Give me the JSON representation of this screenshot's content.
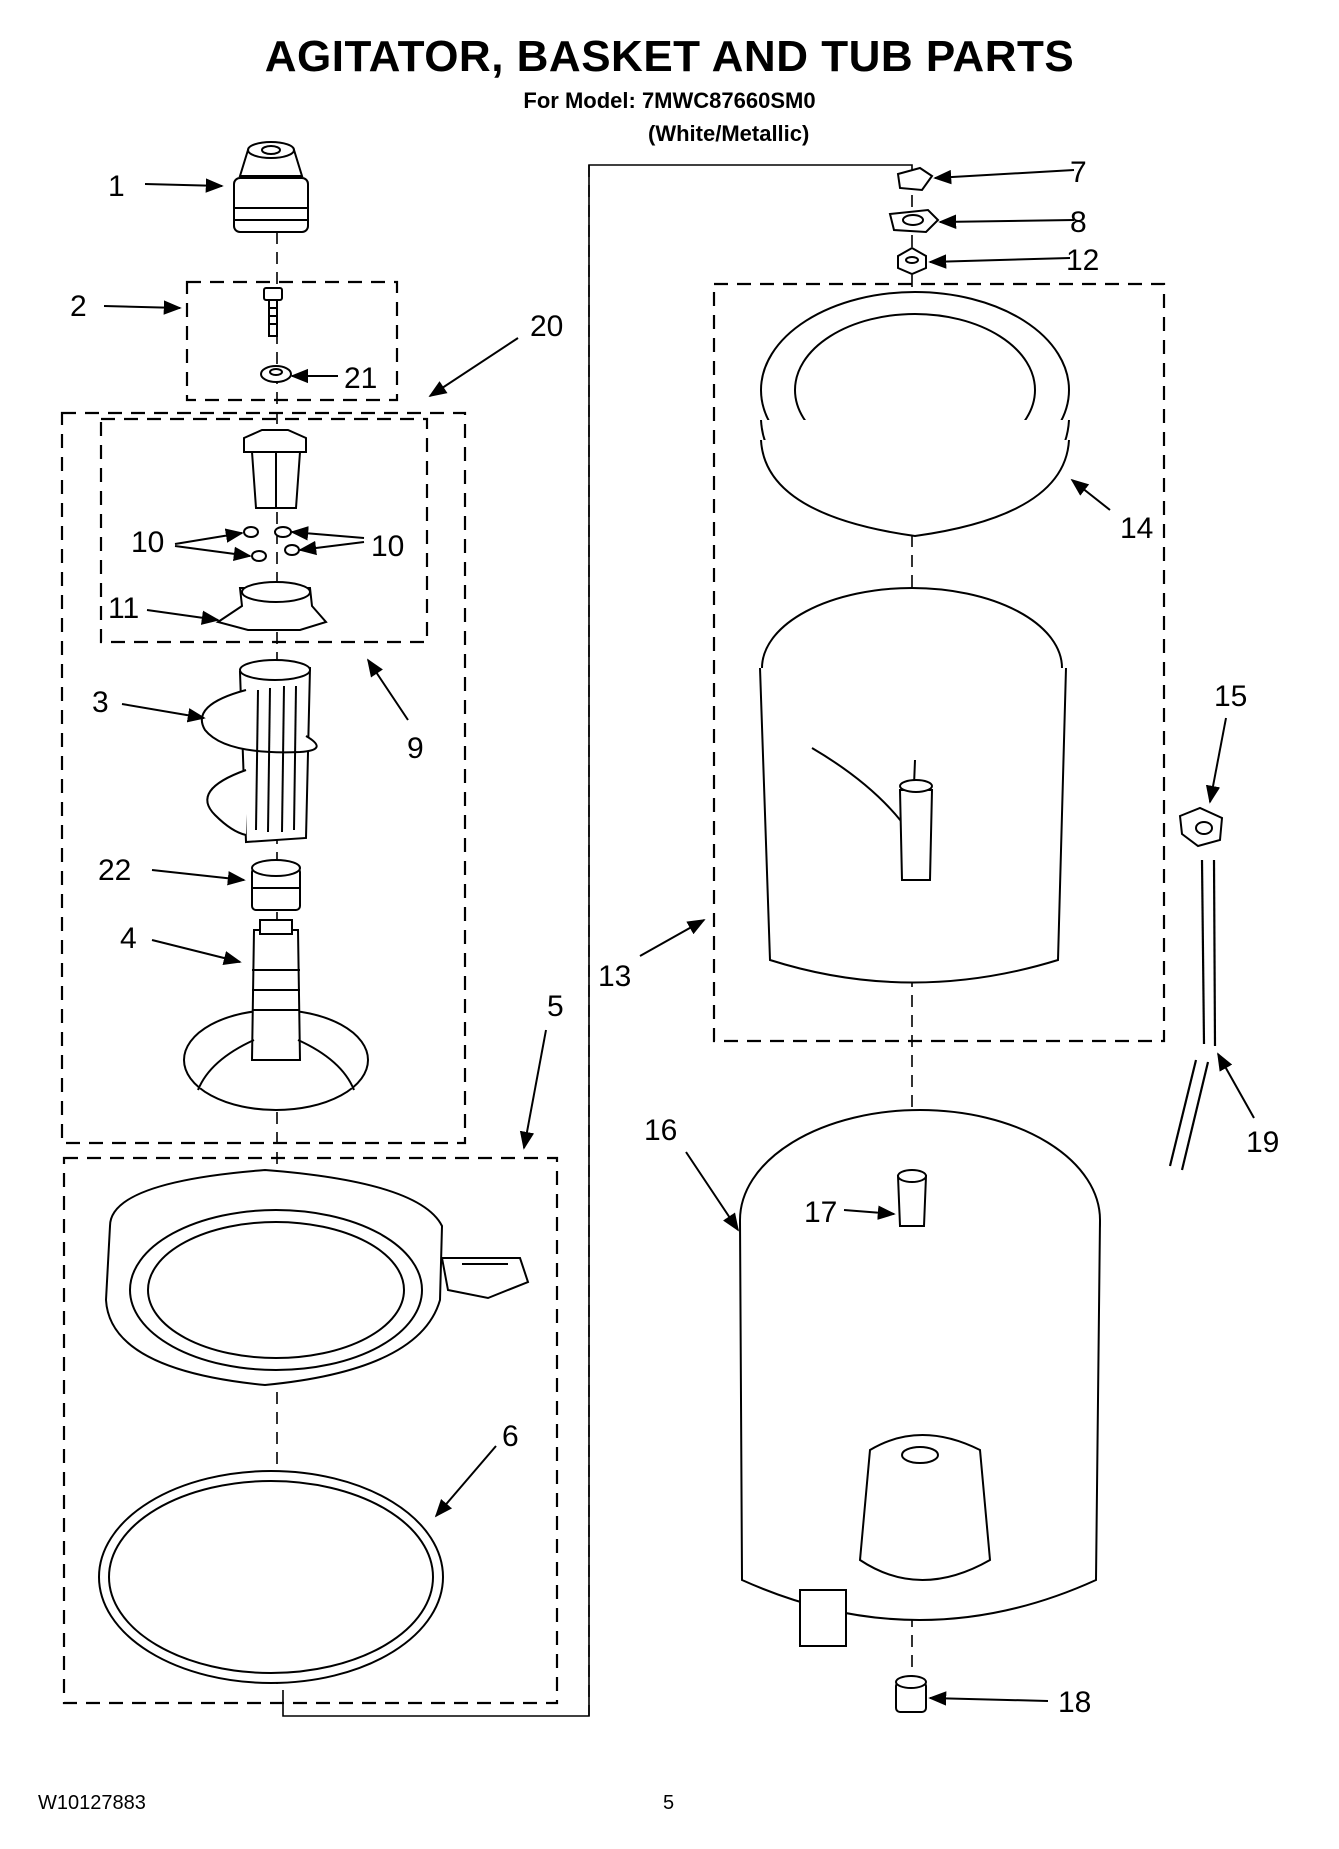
{
  "title": "AGITATOR, BASKET AND TUB PARTS",
  "model_line": "For Model: 7MWC87660SM0",
  "color_line": "(White/Metallic)",
  "doc_number": "W10127883",
  "page_number": "5",
  "callouts": {
    "c1": "1",
    "c2": "2",
    "c3": "3",
    "c4": "4",
    "c5": "5",
    "c6": "6",
    "c7": "7",
    "c8": "8",
    "c9": "9",
    "c10a": "10",
    "c10b": "10",
    "c11": "11",
    "c12": "12",
    "c13": "13",
    "c14": "14",
    "c15": "15",
    "c16": "16",
    "c17": "17",
    "c18": "18",
    "c19": "19",
    "c20": "20",
    "c21": "21",
    "c22": "22"
  }
}
